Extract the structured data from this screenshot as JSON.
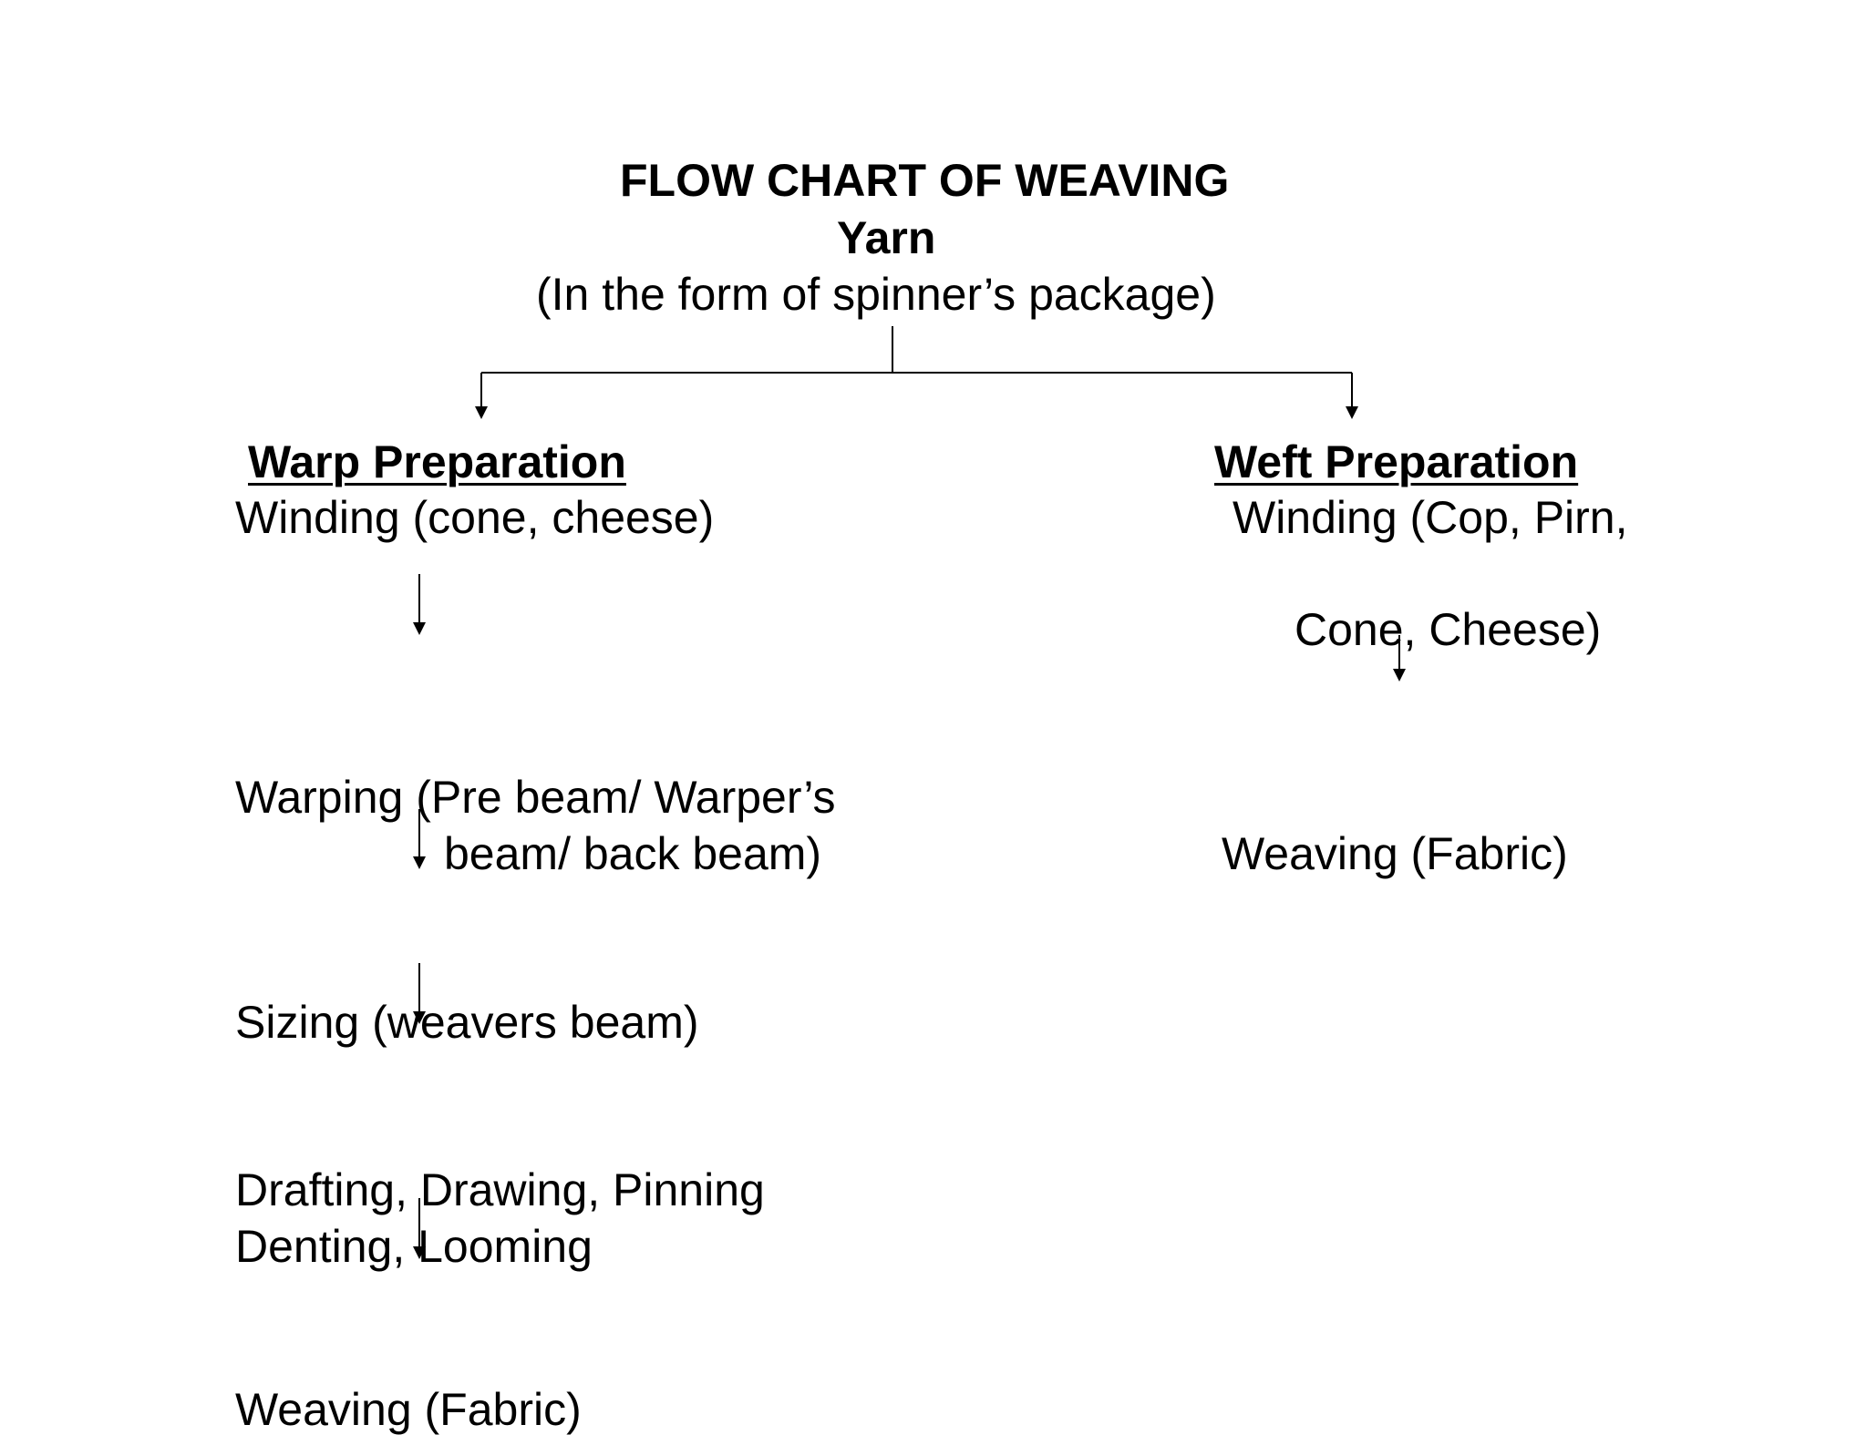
{
  "title": "FLOW CHART OF WEAVING",
  "root": {
    "label": "Yarn",
    "note": "(In the form of spinner’s package)"
  },
  "warp": {
    "heading": "Warp Preparation",
    "steps": {
      "winding": "Winding (cone, cheese)",
      "warping_line1": "Warping (Pre beam/ Warper’s",
      "warping_line2": "beam/ back beam)",
      "sizing": "Sizing (weavers beam)",
      "drafting_line1": "Drafting, Drawing, Pinning",
      "drafting_line2": "Denting, Looming",
      "weaving": "Weaving (Fabric)"
    }
  },
  "weft": {
    "heading": "Weft Preparation",
    "steps": {
      "winding_line1": "Winding (Cop, Pirn,",
      "winding_line2": "Cone, Cheese)",
      "weaving": "Weaving (Fabric)"
    }
  }
}
